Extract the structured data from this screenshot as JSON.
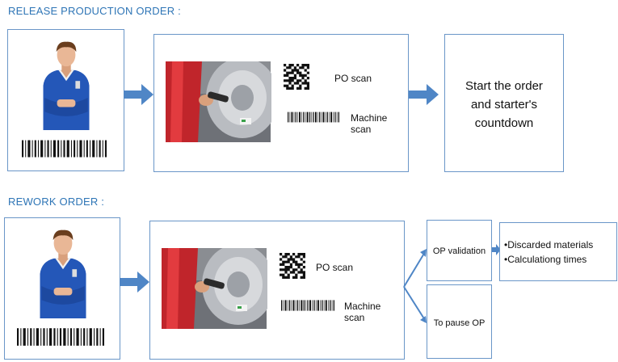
{
  "release": {
    "title": "RELEASE PRODUCTION ORDER :",
    "po_scan": "PO scan",
    "machine_scan": "Machine scan",
    "result_line1": "Start the order",
    "result_line2": "and  starter's",
    "result_line3": "countdown"
  },
  "rework": {
    "title": "REWORK ORDER :",
    "po_scan": "PO scan",
    "machine_scan": "Machine scan",
    "op_validation": "OP validation",
    "pause_op": "To pause OP",
    "bullets": [
      "•Discarded materials",
      "•Calculationg times"
    ]
  },
  "colors": {
    "accent": "#2E75B6",
    "box_border": "#6A96C8",
    "arrow": "#4F86C6"
  }
}
